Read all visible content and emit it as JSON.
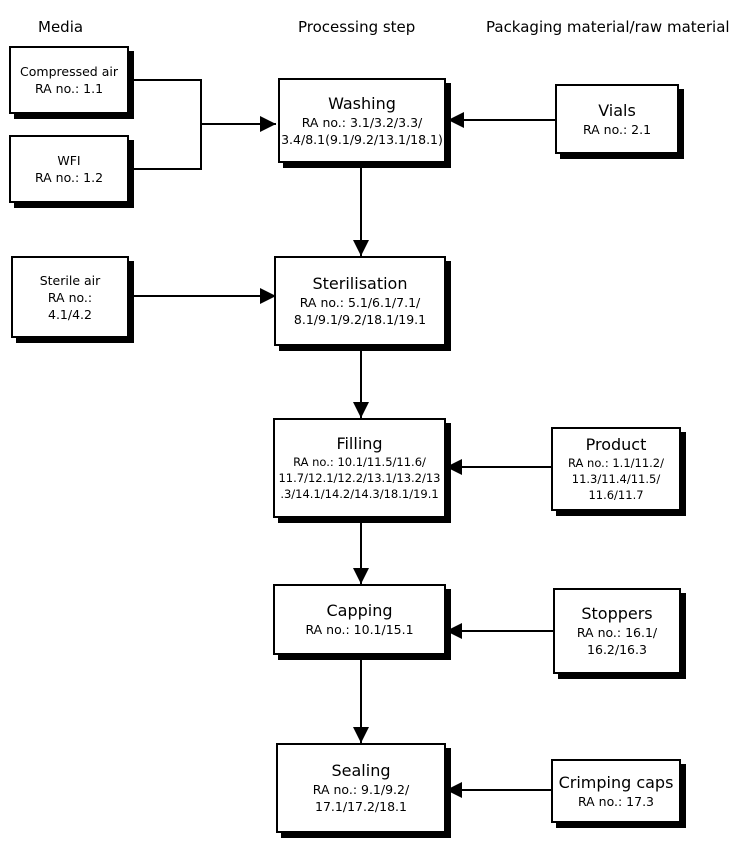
{
  "headers": {
    "media": "Media",
    "processing": "Processing step",
    "packaging": "Packaging material/raw material"
  },
  "media": {
    "compressed_air": {
      "name": "Compressed air",
      "ra": "RA no.: 1.1"
    },
    "wfi": {
      "name": "WFI",
      "ra": "RA no.: 1.2"
    },
    "sterile_air": {
      "name": "Sterile air",
      "ra1": "RA no.:",
      "ra2": "4.1/4.2"
    }
  },
  "steps": {
    "washing": {
      "title": "Washing",
      "ra1": "RA no.: 3.1/3.2/3.3/",
      "ra2": "3.4/8.1(9.1/9.2/13.1/18.1)"
    },
    "sterilisation": {
      "title": "Sterilisation",
      "ra1": "RA no.: 5.1/6.1/7.1/",
      "ra2": "8.1/9.1/9.2/18.1/19.1"
    },
    "filling": {
      "title": "Filling",
      "ra1": "RA no.: 10.1/11.5/11.6/",
      "ra2": "11.7/12.1/12.2/13.1/13.2/13",
      "ra3": ".3/14.1/14.2/14.3/18.1/19.1"
    },
    "capping": {
      "title": "Capping",
      "ra1": "RA no.: 10.1/15.1"
    },
    "sealing": {
      "title": "Sealing",
      "ra1": "RA no.: 9.1/9.2/",
      "ra2": "17.1/17.2/18.1"
    }
  },
  "materials": {
    "vials": {
      "title": "Vials",
      "ra1": "RA no.: 2.1"
    },
    "product": {
      "title": "Product",
      "ra1": "RA no.: 1.1/11.2/",
      "ra2": "11.3/11.4/11.5/",
      "ra3": "11.6/11.7"
    },
    "stoppers": {
      "title": "Stoppers",
      "ra1": "RA no.: 16.1/",
      "ra2": "16.2/16.3"
    },
    "crimping_caps": {
      "title": "Crimping caps",
      "ra1": "RA no.: 17.3"
    }
  }
}
